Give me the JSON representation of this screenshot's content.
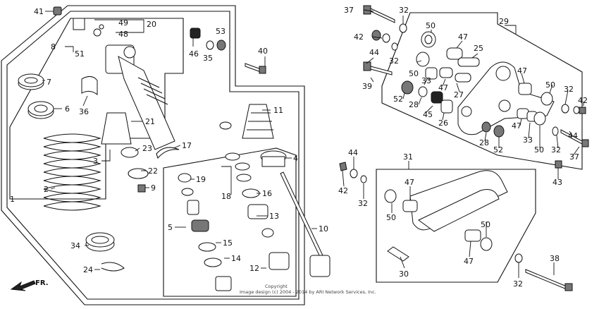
{
  "labels": {
    "l41": "41",
    "l49": "49",
    "l20": "20",
    "l48": "48",
    "l8": "8",
    "l51": "51",
    "l46": "46",
    "l53": "53",
    "l35": "35",
    "l40": "40",
    "l7": "7",
    "l6": "6",
    "l36": "36",
    "l21": "21",
    "l11": "11",
    "l17": "17",
    "l23": "23",
    "l3": "3",
    "l22": "22",
    "l9": "9",
    "l2": "2",
    "l1": "1",
    "l19": "19",
    "l18": "18",
    "l16": "16",
    "l4": "4",
    "l13": "13",
    "l5": "5",
    "l10": "10",
    "l15": "15",
    "l14": "14",
    "l34": "34",
    "l12": "12",
    "l24": "24",
    "l37a": "37",
    "l32a": "32",
    "l29": "29",
    "l50a": "50",
    "l47a": "47",
    "l42a": "42",
    "l44a": "44",
    "l32b": "32",
    "l25": "25",
    "l39": "39",
    "l50b": "50",
    "l33a": "33",
    "l52a": "52",
    "l28a": "28",
    "l47b": "47",
    "l47c": "47",
    "l27": "27",
    "l45": "45",
    "l26": "26",
    "l50c": "50",
    "l32c": "32",
    "l42b": "42",
    "l47d": "47",
    "l44b": "44",
    "l28b": "28",
    "l52b": "52",
    "l33b": "33",
    "l50d": "50",
    "l32d": "32",
    "l37b": "37",
    "l43": "43",
    "l44c": "44",
    "l42c": "42",
    "l32e": "32",
    "l31": "31",
    "l47e": "47",
    "l50e": "50",
    "l50f": "50",
    "l47f": "47",
    "l30": "30",
    "l38": "38",
    "l32f": "32"
  },
  "front_arrow": "FR.",
  "copyright_line1": "Copyright",
  "copyright_line2": "Image design (c) 2004 - 2014 by ARI Network Services, Inc."
}
